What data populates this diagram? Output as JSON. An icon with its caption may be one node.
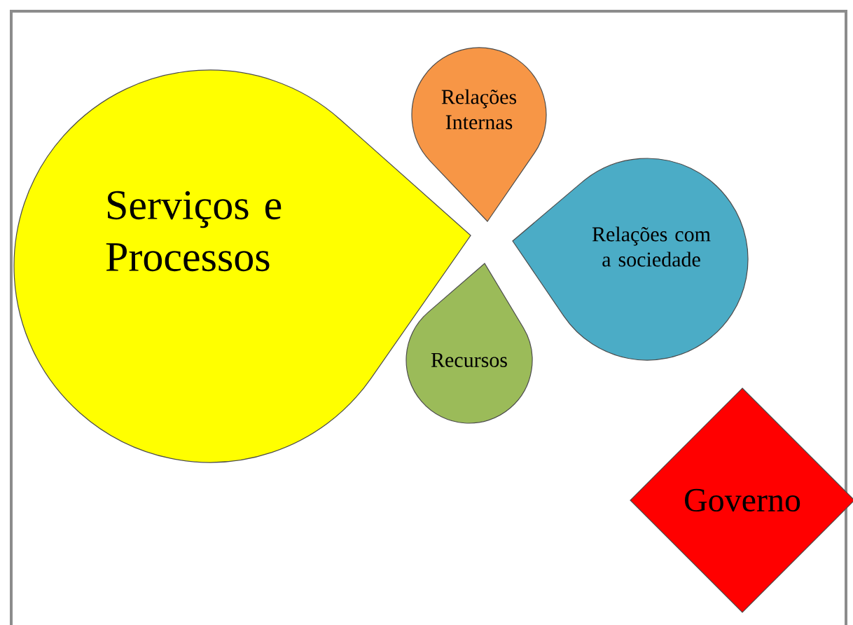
{
  "diagram": {
    "nodes": [
      {
        "text": [
          "Serviços e Processos"
        ]
      },
      {
        "text": [
          "Relações Internas"
        ]
      },
      {
        "text": [
          "Relações com a sociedade"
        ]
      },
      {
        "text": [
          "Recursos"
        ]
      },
      {
        "text": [
          "Governo"
        ]
      }
    ]
  }
}
